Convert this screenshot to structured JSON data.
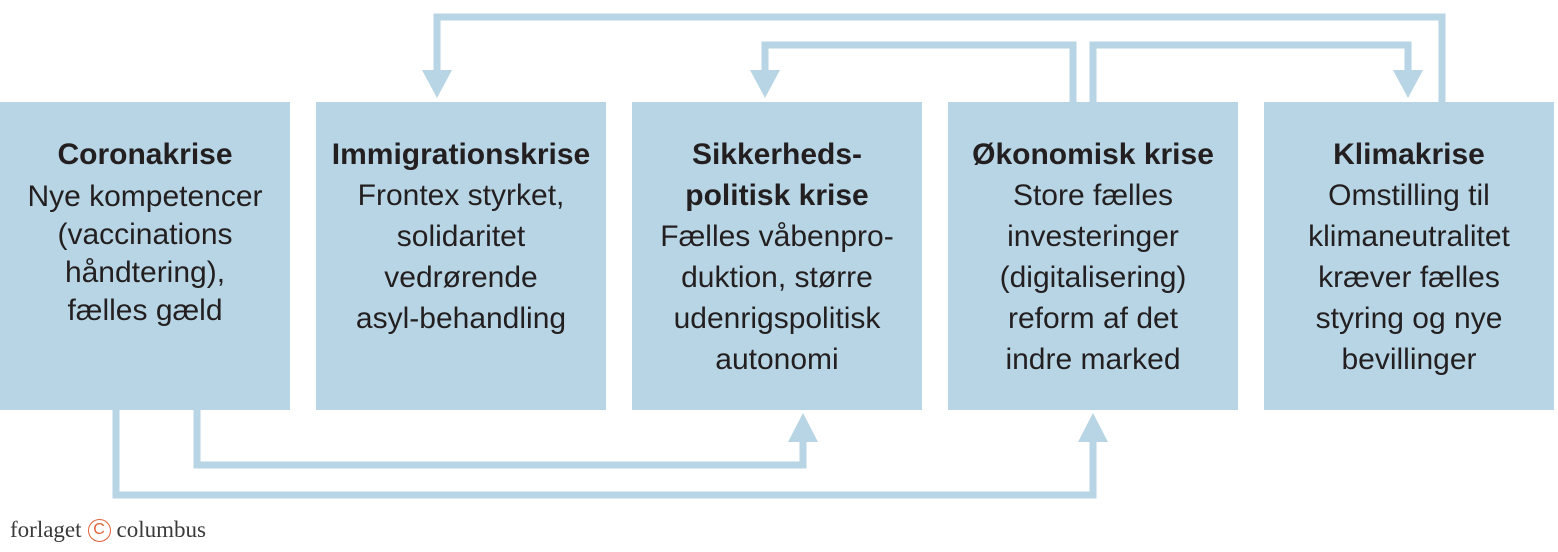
{
  "diagram": {
    "boxes": [
      {
        "title": [
          "Coronakrise"
        ],
        "body": [
          "Nye kompetencer",
          "(vaccinations",
          "håndtering),",
          "fælles gæld"
        ]
      },
      {
        "title": [
          "Immigrationskrise"
        ],
        "body": [
          "Frontex styrket,",
          "solidaritet",
          "vedrørende",
          "asyl-behandling"
        ]
      },
      {
        "title": [
          "Sikkerheds-",
          "politisk krise"
        ],
        "body": [
          "Fælles våbenpro-",
          "duktion, større",
          "udenrigspolitisk",
          "autonomi"
        ]
      },
      {
        "title": [
          "Økonomisk krise"
        ],
        "body": [
          "Store fælles",
          "investeringer",
          "(digitalisering)",
          "reform af det",
          "indre marked"
        ]
      },
      {
        "title": [
          "Klimakrise"
        ],
        "body": [
          "Omstilling til",
          "klimaneutralitet",
          "kræver fælles",
          "styring og nye",
          "bevillinger"
        ]
      }
    ],
    "connections": [
      {
        "from": 4,
        "to": 1
      },
      {
        "from": 3,
        "to": 2
      },
      {
        "from": 3,
        "to": 4
      },
      {
        "from": 0,
        "to": 2
      },
      {
        "from": 0,
        "to": 3
      }
    ]
  },
  "logo": {
    "left_word": "forlaget",
    "mark": "C",
    "right_word": "columbus"
  },
  "colors": {
    "box_fill": "#b7d5e4",
    "arrow": "#b7d5e4",
    "text": "#231f20",
    "logo_mark": "#e2623a"
  }
}
